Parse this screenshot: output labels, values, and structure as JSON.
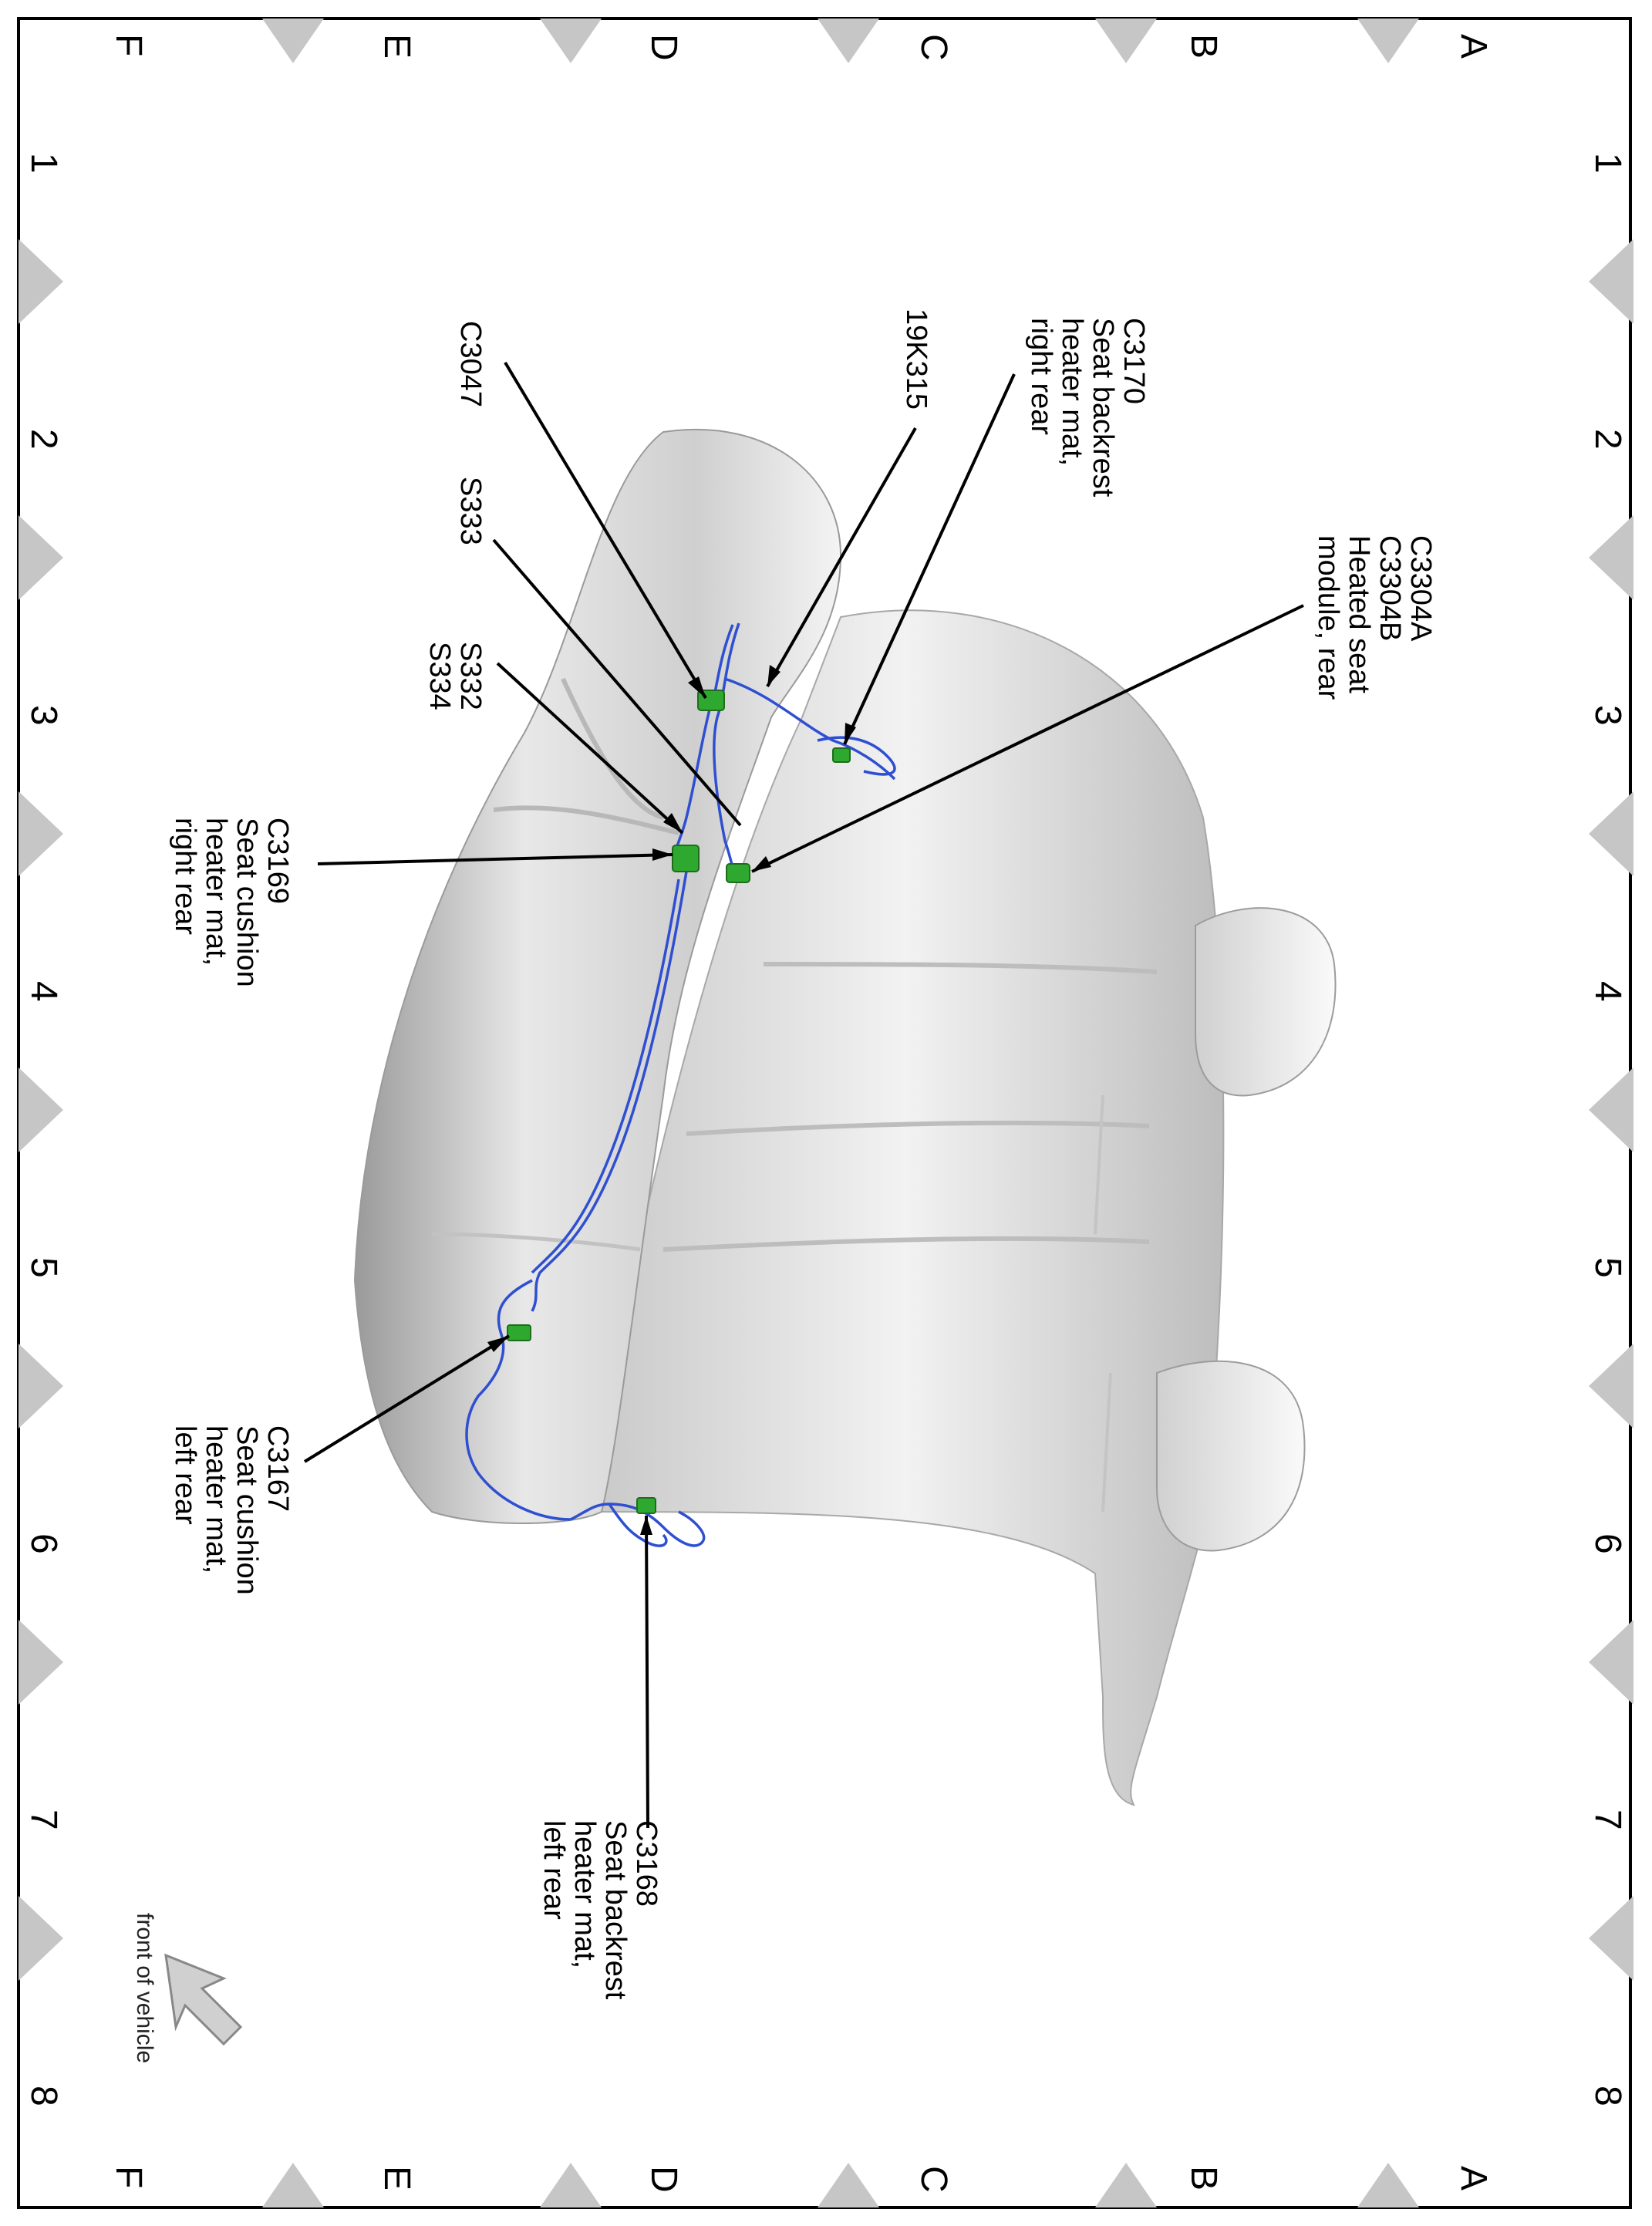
{
  "grid": {
    "rows": [
      "A",
      "B",
      "C",
      "D",
      "E",
      "F"
    ],
    "columns": [
      "1",
      "2",
      "3",
      "4",
      "5",
      "6",
      "7",
      "8"
    ]
  },
  "callouts": {
    "c3170": {
      "id": "C3170",
      "desc": "Seat backrest\nheater mat,\nright rear"
    },
    "k19k315": {
      "id": "19K315"
    },
    "c3047": {
      "id": "C3047"
    },
    "s333": {
      "id": "S333"
    },
    "s332_s334": {
      "id": "S332\nS334"
    },
    "c3304": {
      "id": "C3304A\nC3304B",
      "desc": "Heated seat\nmodule, rear"
    },
    "c3169": {
      "id": "C3169",
      "desc": "Seat cushion\nheater mat,\nright rear"
    },
    "c3167": {
      "id": "C3167",
      "desc": "Seat cushion\nheater mat,\nleft rear"
    },
    "c3168": {
      "id": "C3168",
      "desc": "Seat backrest\nheater mat,\nleft rear"
    }
  },
  "orientation": {
    "label": "front of vehicle",
    "icon": "arrow-icon"
  },
  "colors": {
    "harness": "#2f4fd1",
    "connector": "#2ea82e",
    "seat": "#d6d6d6",
    "marker": "#c6c6c6"
  }
}
